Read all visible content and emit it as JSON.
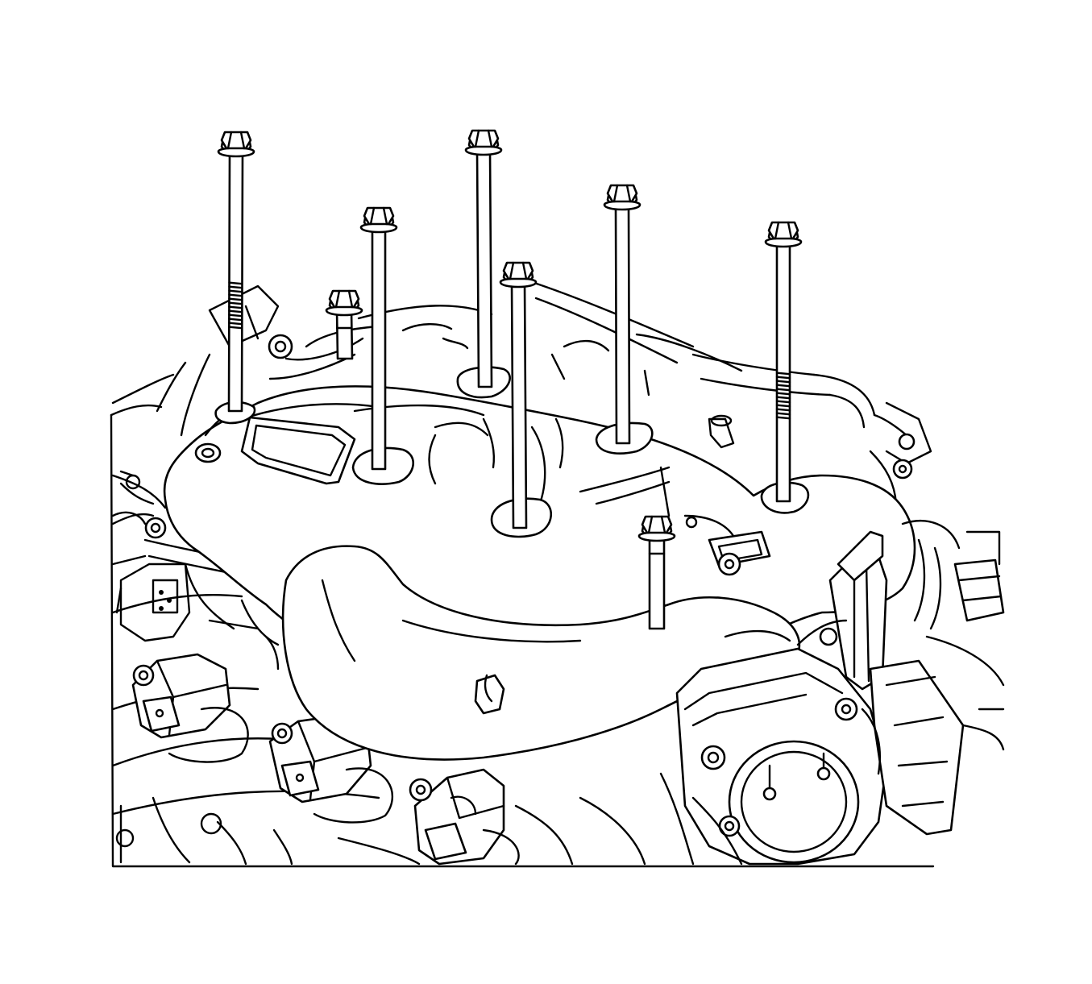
{
  "diagram": {
    "subject": "intake-manifold-bolt-removal",
    "line_color": "#000000",
    "background_color": "#ffffff",
    "bolts": [
      {
        "id": "bolt-1",
        "kind": "long-threaded"
      },
      {
        "id": "bolt-2",
        "kind": "long"
      },
      {
        "id": "bolt-3",
        "kind": "long"
      },
      {
        "id": "bolt-4",
        "kind": "long"
      },
      {
        "id": "bolt-5",
        "kind": "long"
      },
      {
        "id": "bolt-6",
        "kind": "long-threaded"
      },
      {
        "id": "bolt-7",
        "kind": "short"
      },
      {
        "id": "bolt-8",
        "kind": "short"
      }
    ]
  }
}
